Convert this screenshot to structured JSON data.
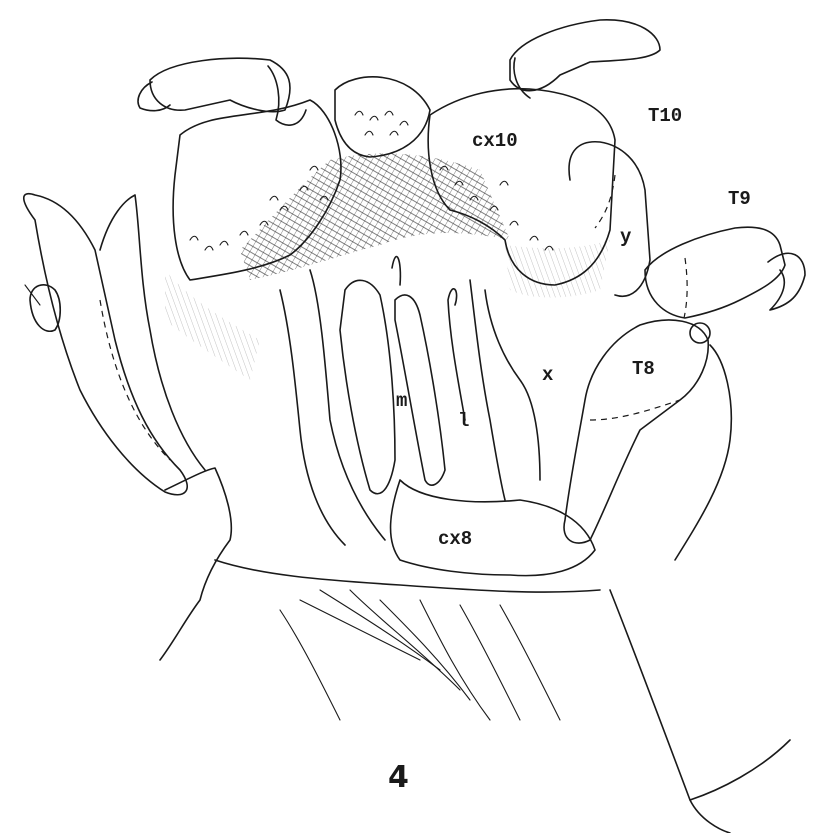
{
  "figure": {
    "number": "4",
    "labels": {
      "cx10": "cx10",
      "T10": "T10",
      "T9": "T9",
      "y": "y",
      "x": "x",
      "T8": "T8",
      "m": "m",
      "l": "l",
      "cx8": "cx8"
    }
  }
}
